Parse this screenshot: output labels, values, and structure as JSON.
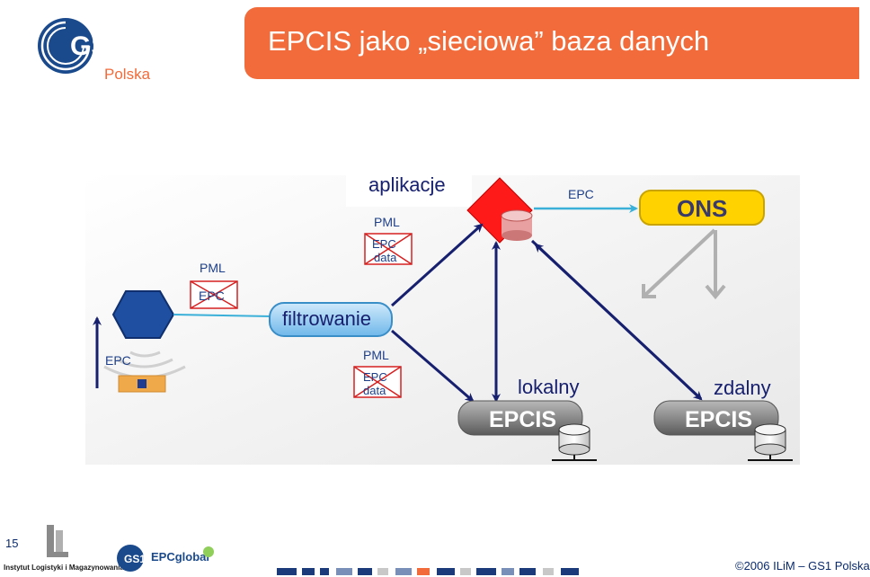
{
  "header": {
    "title": "EPCIS jako „sieciowa” baza danych",
    "brand_logo_text": "GS1",
    "brand_sub": "Polska"
  },
  "diagram": {
    "label_applications": "aplikacje",
    "label_filtering": "filtrowanie",
    "label_local": "lokalny",
    "label_remote": "zdalny",
    "ons_label": "ONS",
    "epcis_label": "EPCIS",
    "epc_label": "EPC",
    "pml_label": "PML",
    "epc_data_label": "EPC data"
  },
  "footer": {
    "page_number": "15",
    "institute_text": "Instytut Logistyki i Magazynowania",
    "epcglobal_text": "EPCglobal",
    "gs1_small": "GS1",
    "copyright": "©2006 ILiM – GS1 Polska"
  },
  "colors": {
    "accent": "#f26b3a",
    "navy": "#17206e",
    "gs1_blue": "#1b4a8c",
    "hexagon": "#1f4fa0",
    "ons_yellow": "#ffd200",
    "filter_blue": "#7ec3ee",
    "app_red": "#ff1a1a"
  }
}
